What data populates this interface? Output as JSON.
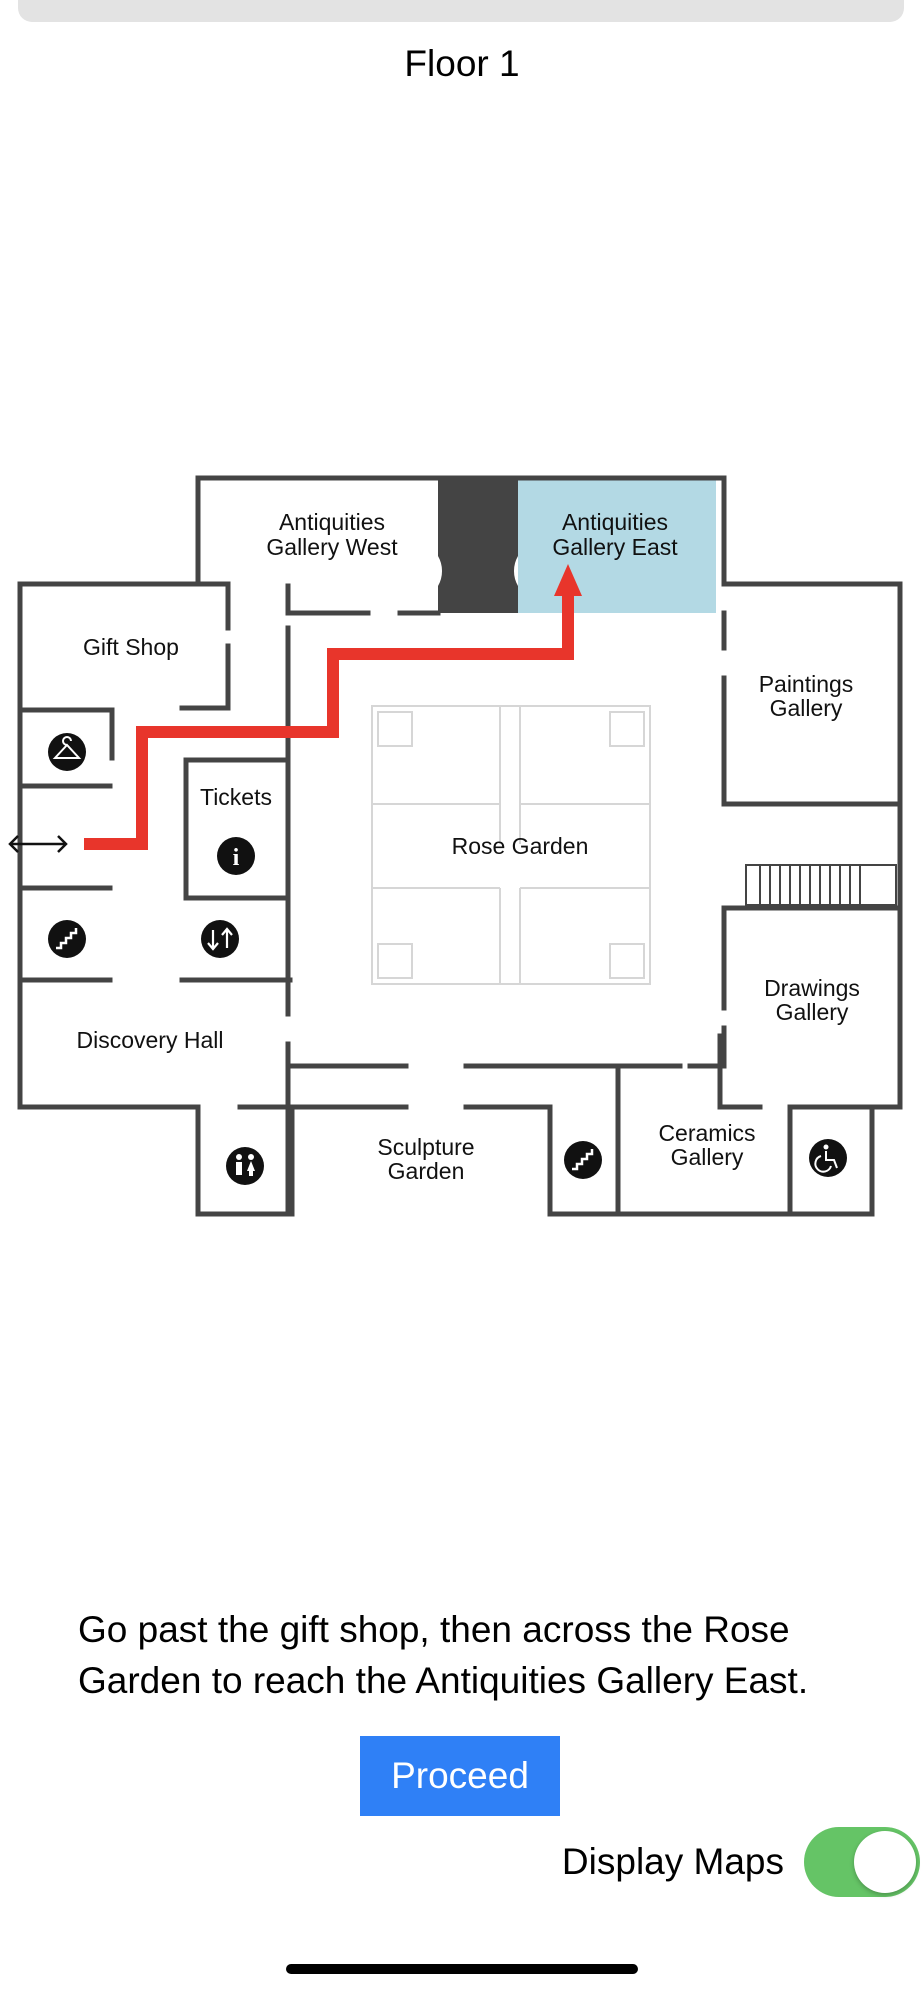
{
  "header": {
    "title": "Floor 1"
  },
  "map": {
    "highlight_color": "#b3d9e4",
    "route_color": "#e8352b",
    "rooms": {
      "antiquities_west": [
        "Antiquities",
        "Gallery West"
      ],
      "antiquities_east": [
        "Antiquities",
        "Gallery East"
      ],
      "gift_shop": "Gift Shop",
      "paintings": [
        "Paintings",
        "Gallery"
      ],
      "tickets": "Tickets",
      "rose_garden": "Rose Garden",
      "drawings": [
        "Drawings",
        "Gallery"
      ],
      "discovery_hall": "Discovery Hall",
      "sculpture_garden": [
        "Sculpture",
        "Garden"
      ],
      "ceramics": [
        "Ceramics",
        "Gallery"
      ]
    },
    "icons": [
      "coat-check-icon",
      "info-icon",
      "stairs-icon",
      "elevator-icon",
      "restroom-icon",
      "wheelchair-icon",
      "entrance-arrow-icon"
    ]
  },
  "instructions": "Go past the gift shop, then across the Rose Garden to reach the Antiquities Gallery East.",
  "proceed_label": "Proceed",
  "display_maps": {
    "label": "Display Maps",
    "enabled": true,
    "on_color": "#65c466"
  },
  "accent_color": "#2f80f6"
}
